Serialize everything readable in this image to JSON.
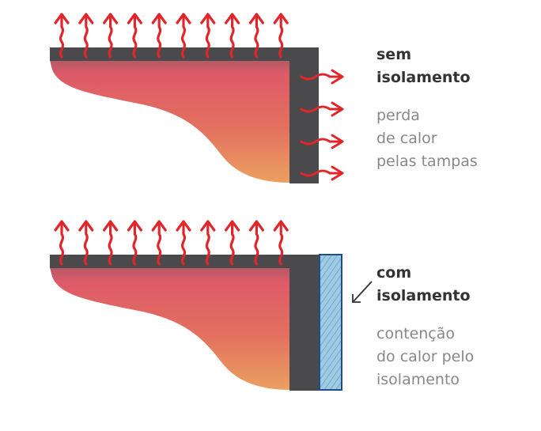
{
  "panels": [
    {
      "title_line1": "sem",
      "title_line2": "isolamento",
      "desc_lines": [
        "perda",
        "de calor",
        "pelas tampas"
      ],
      "insulated": false
    },
    {
      "title_line1": "com",
      "title_line2": "isolamento",
      "desc_lines": [
        "contenção",
        "do calor pelo",
        "isolamento"
      ],
      "insulated": true
    }
  ],
  "colors": {
    "wall": "#4a4a4c",
    "arrow": "#e0262b",
    "heat_top": "#de5a68",
    "heat_bottom": "#eba060",
    "insulation": "#8fc3e0",
    "insulation_border": "#1d4f8c",
    "text_title": "#333333",
    "text_desc": "#888888"
  }
}
